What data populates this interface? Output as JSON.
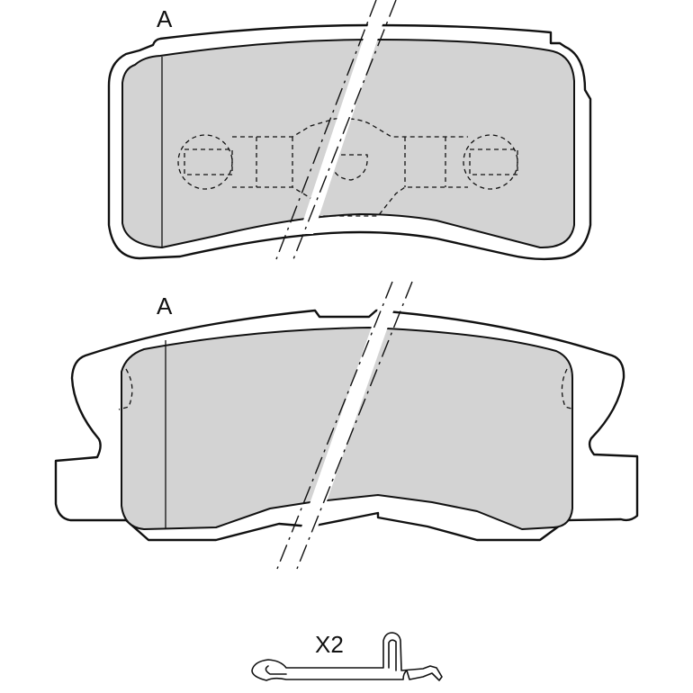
{
  "labels": {
    "section_top": "A",
    "section_bottom": "A",
    "quantity": "X2"
  },
  "colors": {
    "friction_material": "#d3d3d3",
    "line": "#111111",
    "background": "#ffffff"
  }
}
